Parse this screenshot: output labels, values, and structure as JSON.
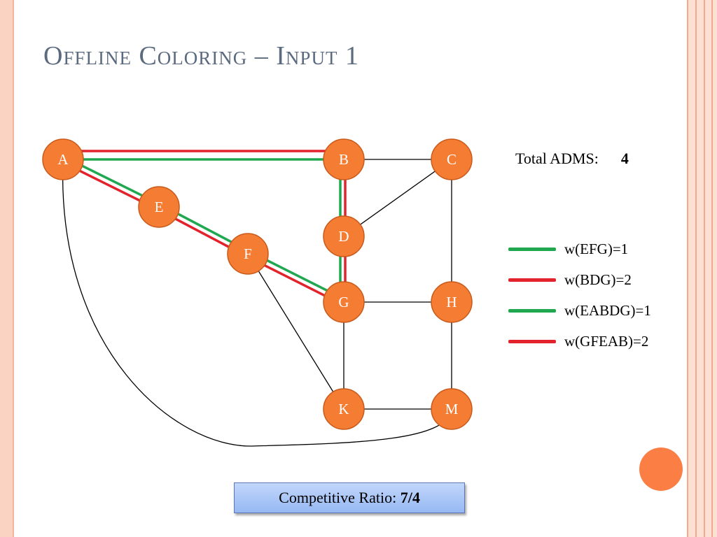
{
  "slide": {
    "title": "Offline Coloring – Input 1",
    "total_label": "Total ADMS:",
    "total_value": "4",
    "ratio_label": "Competitive Ratio:",
    "ratio_value": "7/4"
  },
  "colors": {
    "node_fill": "#f47c33",
    "node_stroke": "#c95a1b",
    "green": "#1fa84f",
    "red": "#e3232c",
    "edge": "#000000"
  },
  "graph": {
    "nodes": [
      "A",
      "B",
      "C",
      "D",
      "E",
      "F",
      "G",
      "H",
      "K",
      "M"
    ],
    "edges": [
      [
        "B",
        "C"
      ],
      [
        "C",
        "D"
      ],
      [
        "C",
        "H"
      ],
      [
        "G",
        "H"
      ],
      [
        "G",
        "K"
      ],
      [
        "F",
        "K"
      ],
      [
        "K",
        "M"
      ],
      [
        "H",
        "M"
      ],
      [
        "A",
        "M"
      ]
    ],
    "paths": [
      {
        "name": "w(EFG)=1",
        "color": "green",
        "nodes": [
          "E",
          "F",
          "G"
        ]
      },
      {
        "name": "w(BDG)=2",
        "color": "red",
        "nodes": [
          "B",
          "D",
          "G"
        ]
      },
      {
        "name": "w(EABDG)=1",
        "color": "green",
        "nodes": [
          "E",
          "A",
          "B",
          "D",
          "G"
        ]
      },
      {
        "name": "w(GFEAB)=2",
        "color": "red",
        "nodes": [
          "G",
          "F",
          "E",
          "A",
          "B"
        ]
      }
    ]
  },
  "legend": [
    {
      "label": "w(EFG)=1",
      "color": "#1fa84f"
    },
    {
      "label": "w(BDG)=2",
      "color": "#e3232c"
    },
    {
      "label": "w(EABDG)=1",
      "color": "#1fa84f"
    },
    {
      "label": "w(GFEAB)=2",
      "color": "#e3232c"
    }
  ]
}
